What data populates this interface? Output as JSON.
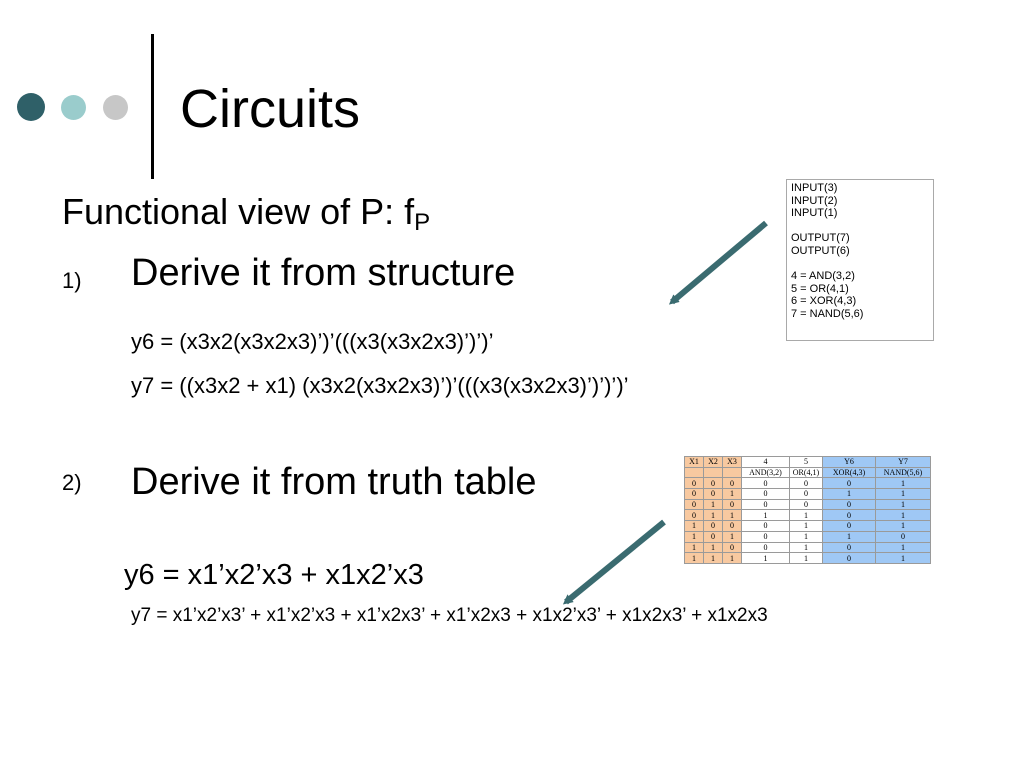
{
  "title": "Circuits",
  "colors": {
    "dot_dark": "#2f6068",
    "dot_light": "#9acccc",
    "dot_grey": "#c7c7c7",
    "arrow": "#3a6b70",
    "truth_input_fill": "#f8c9a0",
    "truth_output_fill": "#9fc8f5"
  },
  "functional_view": {
    "text": "Functional view of P:  f",
    "subscript": "P"
  },
  "items": [
    {
      "number": "1)",
      "text": "Derive it from structure"
    },
    {
      "number": "2)",
      "text": "Derive it from truth table"
    }
  ],
  "structure_equations": {
    "y6": "y6 = (x3x2(x3x2x3)’)’(((x3(x3x2x3)’)’)’",
    "y7": "y7 = ((x3x2 + x1) (x3x2(x3x2x3)’)’(((x3(x3x2x3)’)’)’)’"
  },
  "truth_equations": {
    "y6": "y6 = x1’x2’x3 + x1x2’x3",
    "y7": "y7 = x1’x2’x3’ + x1’x2’x3 + x1’x2x3’ + x1’x2x3 + x1x2’x3’  + x1x2x3’ + x1x2x3"
  },
  "circuit_description": [
    "INPUT(3)",
    "INPUT(2)",
    "INPUT(1)",
    "",
    "OUTPUT(7)",
    "OUTPUT(6)",
    "",
    "4 = AND(3,2)",
    "5 = OR(4,1)",
    "6 = XOR(4,3)",
    "7 = NAND(5,6)"
  ],
  "truth_table": {
    "header1": [
      "X1",
      "X2",
      "X3",
      "4",
      "5",
      "Y6",
      "Y7"
    ],
    "header2": [
      "",
      "",
      "",
      "AND(3,2)",
      "OR(4,1)",
      "XOR(4,3)",
      "NAND(5,6)"
    ],
    "rows": [
      [
        "0",
        "0",
        "0",
        "0",
        "0",
        "0",
        "1"
      ],
      [
        "0",
        "0",
        "1",
        "0",
        "0",
        "1",
        "1"
      ],
      [
        "0",
        "1",
        "0",
        "0",
        "0",
        "0",
        "1"
      ],
      [
        "0",
        "1",
        "1",
        "1",
        "1",
        "0",
        "1"
      ],
      [
        "1",
        "0",
        "0",
        "0",
        "1",
        "0",
        "1"
      ],
      [
        "1",
        "0",
        "1",
        "0",
        "1",
        "1",
        "0"
      ],
      [
        "1",
        "1",
        "0",
        "0",
        "1",
        "0",
        "1"
      ],
      [
        "1",
        "1",
        "1",
        "1",
        "1",
        "0",
        "1"
      ]
    ]
  }
}
